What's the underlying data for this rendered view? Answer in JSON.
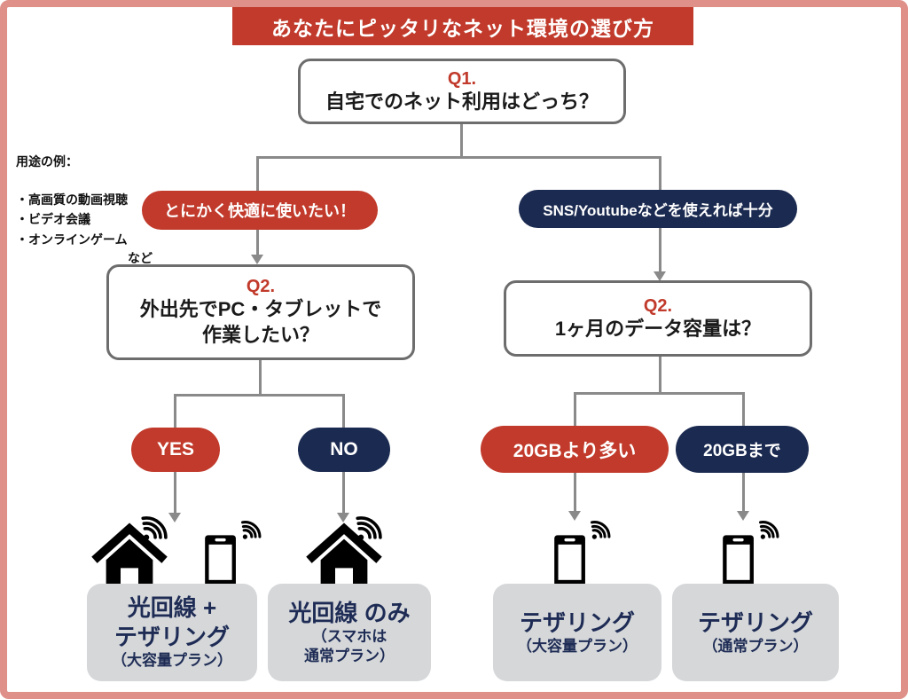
{
  "title": "あなたにピッタリなネット環境の選び方",
  "usage_note": {
    "heading": "用途の例：",
    "items": [
      "・高画質の動画視聴",
      "・ビデオ会議",
      "・オンラインゲーム"
    ],
    "suffix": "など"
  },
  "q1": {
    "label": "Q1.",
    "question": "自宅でのネット利用はどっち？"
  },
  "branches": {
    "left": {
      "answer": "とにかく快適に使いたい！",
      "q2_label": "Q2.",
      "q2_line1": "外出先でPC・タブレットで",
      "q2_line2": "作業したい？",
      "option_yes": "YES",
      "option_no": "NO"
    },
    "right": {
      "answer": "SNS/Youtubeなどを使えれば十分",
      "q2_label": "Q2.",
      "q2_question": "1ヶ月のデータ容量は？",
      "option_more": "20GBより多い",
      "option_upto": "20GBまで"
    }
  },
  "results": [
    {
      "big1": "光回線 +",
      "big2": "テザリング",
      "small1": "（大容量プラン）",
      "icons": [
        "house-wifi",
        "smartphone-wifi"
      ]
    },
    {
      "big1": "光回線 のみ",
      "small1": "（スマホは",
      "small2": "通常プラン）",
      "icons": [
        "house-wifi"
      ]
    },
    {
      "big1": "テザリング",
      "small1": "（大容量プラン）",
      "icons": [
        "smartphone-wifi"
      ]
    },
    {
      "big1": "テザリング",
      "small1": "（通常プラン）",
      "icons": [
        "smartphone-wifi"
      ]
    }
  ],
  "colors": {
    "accent_red": "#c13a2b",
    "navy": "#1b2a50",
    "line_gray": "#8a8a8a",
    "box_border": "#6d6d6d",
    "result_bg": "#d5d7d9",
    "result_text": "#1e2c55",
    "frame_pink": "#de9089",
    "page_bg": "#ffffff"
  }
}
